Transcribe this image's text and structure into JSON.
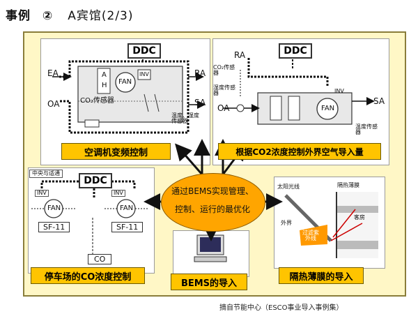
{
  "title": {
    "prefix": "事例",
    "num": "②",
    "text": "A宾馆(2/3)"
  },
  "center": {
    "line1": "通过BEMS实现管理、",
    "line2": "控制、运行的最优化"
  },
  "panels": {
    "ac": {
      "label": "空调机变频控制",
      "ddc": "DDC",
      "ea": "EA",
      "oa": "OA",
      "ra": "RA",
      "sa": "SA",
      "a": "A",
      "h": "H",
      "fan": "FAN",
      "inv": "INV",
      "co2": "CO₂传感器",
      "temp": "温度、湿度传感器"
    },
    "fresh": {
      "label": "根据CO2浓度控制外界空气导入量",
      "ddc": "DDC",
      "ra": "RA",
      "oa": "OA",
      "sa": "SA",
      "fan": "FAN",
      "inv": "INV",
      "co2": "CO₂传感器",
      "hum": "湿度传感器",
      "temp": "温度传感器"
    },
    "parking": {
      "label": "停车场的CO浓度控制",
      "ddc": "DDC",
      "center": "中央与适通",
      "inv1": "INV",
      "inv2": "INV",
      "fan1": "FAN",
      "fan2": "FAN",
      "sf1": "SF-11",
      "sf2": "SF-11",
      "co": "CO"
    },
    "bems": {
      "label": "BEMS的导入"
    },
    "film": {
      "label": "隔热薄膜的导入",
      "sun": "太阳光线",
      "film": "隔热薄膜",
      "room": "客房",
      "outside": "外界",
      "blocked1": "过滤紫",
      "blocked2": "外线"
    }
  },
  "source": "摘自节能中心（ESCO事业导入事例集）"
}
